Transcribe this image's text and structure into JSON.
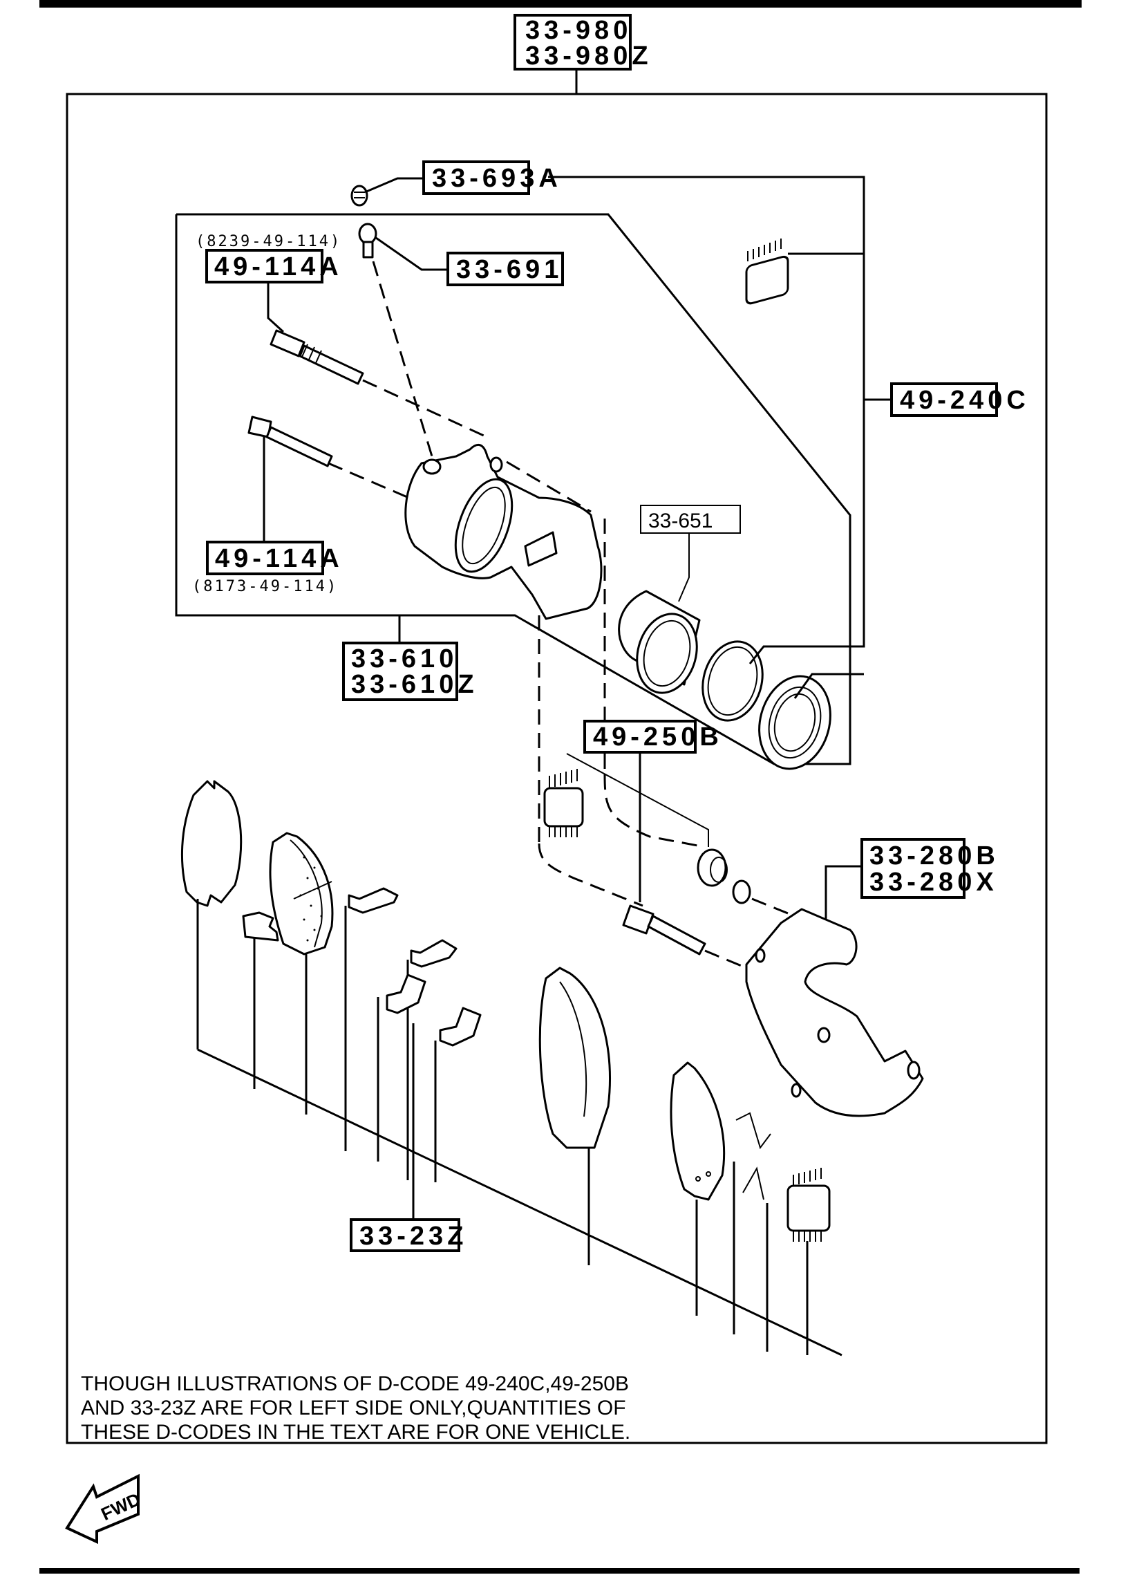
{
  "diagram": {
    "title": "Front Brake Caliper Assembly (exploded view)",
    "assembly_label": {
      "line1": "33-980",
      "line2": "33-980Z"
    },
    "callouts": {
      "bleeder_cap": "33-693A",
      "bleeder_screw": "33-691",
      "guide_pin_upper": "49-114A",
      "guide_pin_upper_sub": "(8239-49-114)",
      "guide_pin_lower": "49-114A",
      "guide_pin_lower_sub": "(8173-49-114)",
      "caliper_body": {
        "line1": "33-610",
        "line2": "33-610Z"
      },
      "piston": "33-651",
      "seal_kit": "49-240C",
      "boot_kit": "49-250B",
      "mounting_support": {
        "line1": "33-280B",
        "line2": "33-280X"
      },
      "pad_set": "33-23Z"
    },
    "note": {
      "line1": "THOUGH ILLUSTRATIONS OF D-CODE 49-240C,49-250B",
      "line2": "AND 33-23Z ARE FOR LEFT SIDE ONLY,QUANTITIES OF",
      "line3": "THESE D-CODES IN THE TEXT ARE FOR ONE VEHICLE."
    },
    "direction_arrow": {
      "label": "FWD",
      "icon": "fwd-arrow-icon"
    },
    "colors": {
      "ink": "#000000",
      "paper": "#ffffff"
    }
  }
}
